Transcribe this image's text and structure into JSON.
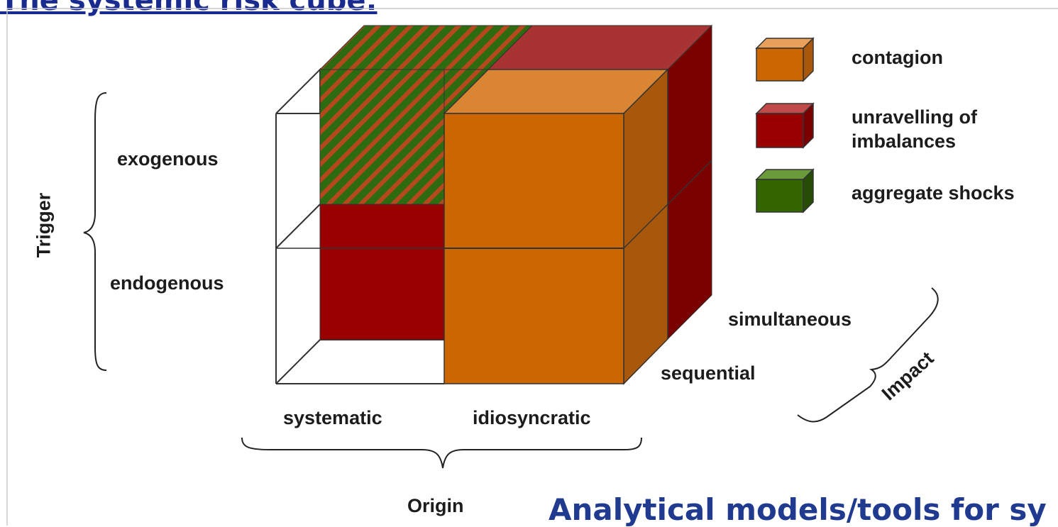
{
  "header": {
    "title": "The systemic risk cube:"
  },
  "footer": {
    "title": "Analytical models/tools for sy"
  },
  "diagram": {
    "axes": {
      "trigger": {
        "label": "Trigger",
        "levels": [
          "exogenous",
          "endogenous"
        ]
      },
      "origin": {
        "label": "Origin",
        "levels": [
          "systematic",
          "idiosyncratic"
        ]
      },
      "impact": {
        "label": "Impact",
        "levels": [
          "simultaneous",
          "sequential"
        ]
      }
    },
    "legend": [
      {
        "label": "contagion",
        "color": "#cc6600"
      },
      {
        "label": "unravelling of imbalances",
        "label_lines": [
          "unravelling of",
          "imbalances"
        ],
        "color": "#990000"
      },
      {
        "label": "aggregate shocks",
        "color": "#336600"
      }
    ]
  }
}
